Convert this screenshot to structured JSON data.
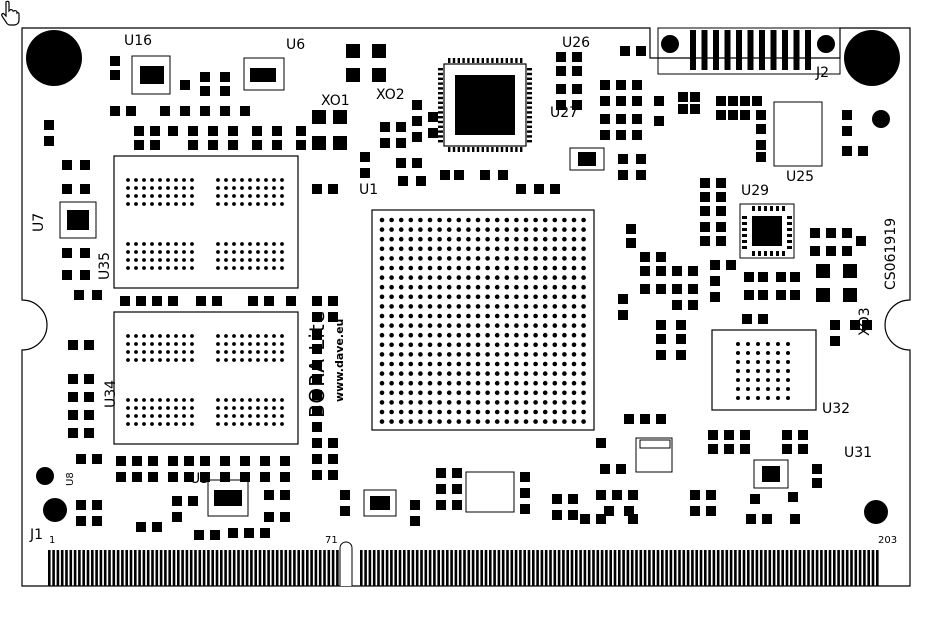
{
  "board": {
    "brand": "BORA Lite",
    "website": "www.dave.eu",
    "code": "CS061919"
  },
  "refs": {
    "u16": "U16",
    "u6": "U6",
    "xo1": "XO1",
    "xo2": "XO2",
    "u26": "U26",
    "j2": "J2",
    "u27": "U27",
    "u25": "U25",
    "u1": "U1",
    "u29": "U29",
    "u7": "U7",
    "u35": "U35",
    "xo3": "XO3",
    "u34": "U34",
    "u32": "U32",
    "u31": "U31",
    "u8": "U8",
    "u3": "U3",
    "j1": "J1"
  },
  "pins": {
    "p1": "1",
    "p71": "71",
    "p203": "203"
  },
  "icons": {
    "cursor": "hand-pointer-icon"
  }
}
